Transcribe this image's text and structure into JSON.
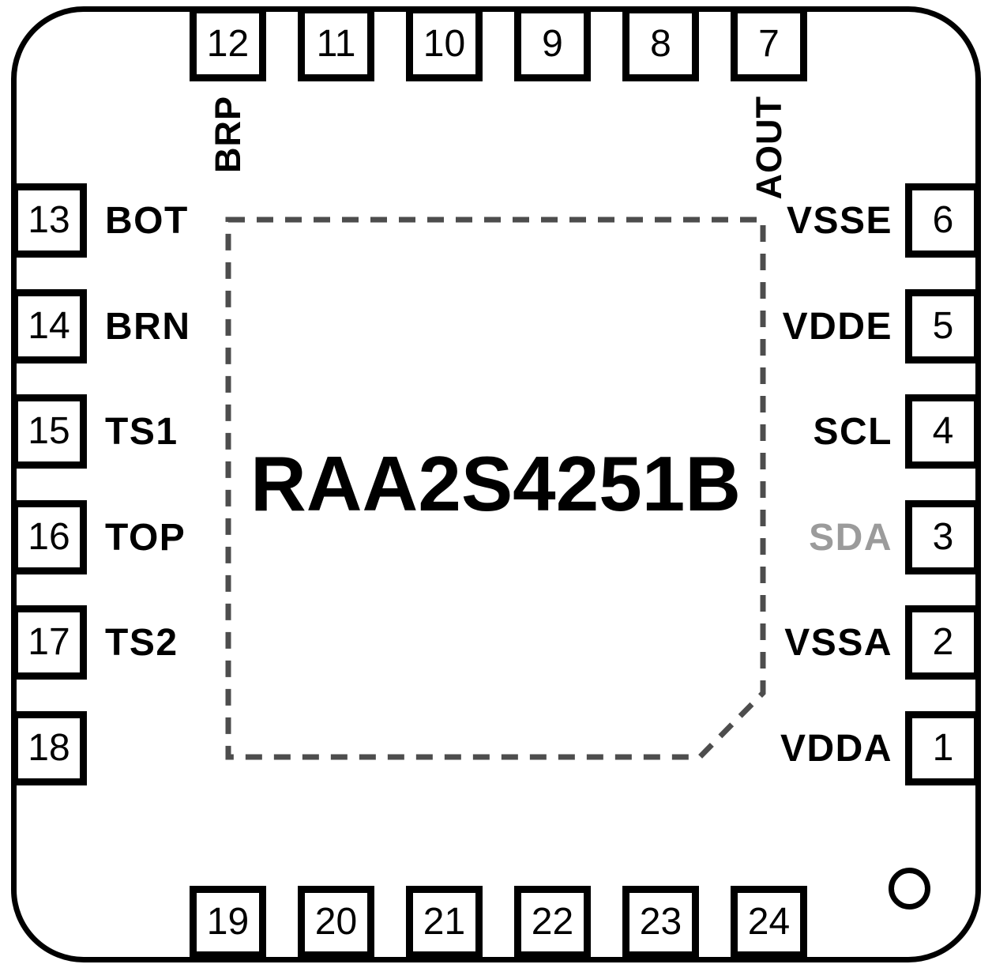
{
  "package": {
    "part_number": "RAA2S4251B",
    "pin_count": 24
  },
  "colors": {
    "ink": "#000000",
    "sda_muted": "#9b9b9b",
    "pad_outline": "#4d4d4d",
    "background": "#ffffff"
  },
  "pins": {
    "top": [
      {
        "number": "12",
        "label": "BRP"
      },
      {
        "number": "11"
      },
      {
        "number": "10"
      },
      {
        "number": "9"
      },
      {
        "number": "8"
      },
      {
        "number": "7",
        "label": "AOUT"
      }
    ],
    "right": [
      {
        "number": "6",
        "label": "VSSE"
      },
      {
        "number": "5",
        "label": "VDDE"
      },
      {
        "number": "4",
        "label": "SCL"
      },
      {
        "number": "3",
        "label": "SDA",
        "muted": true
      },
      {
        "number": "2",
        "label": "VSSA"
      },
      {
        "number": "1",
        "label": "VDDA"
      }
    ],
    "left": [
      {
        "number": "13",
        "label": "BOT"
      },
      {
        "number": "14",
        "label": "BRN"
      },
      {
        "number": "15",
        "label": "TS1"
      },
      {
        "number": "16",
        "label": "TOP"
      },
      {
        "number": "17",
        "label": "TS2"
      },
      {
        "number": "18"
      }
    ],
    "bottom": [
      {
        "number": "19"
      },
      {
        "number": "20"
      },
      {
        "number": "21"
      },
      {
        "number": "22"
      },
      {
        "number": "23"
      },
      {
        "number": "24"
      }
    ]
  }
}
